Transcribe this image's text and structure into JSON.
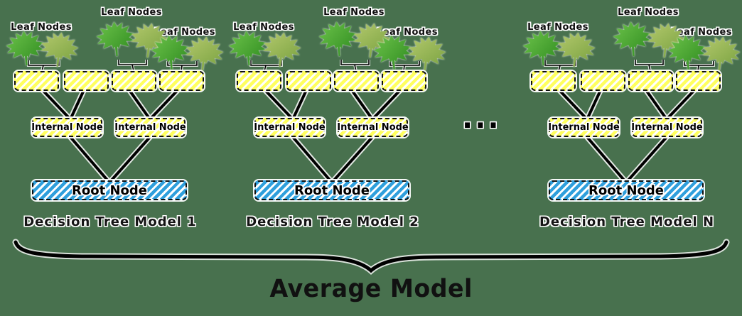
{
  "node_labels": {
    "leaf": "Leaf Nodes",
    "internal": "Internal Node",
    "root": "Root Node"
  },
  "trees": [
    {
      "caption": "Decision Tree Model 1"
    },
    {
      "caption": "Decision Tree Model 2"
    },
    {
      "caption": "Decision Tree Model N"
    }
  ],
  "ellipsis": "...",
  "footer": {
    "caption": "Average Model"
  },
  "colors": {
    "background": "#48714e",
    "box_yellow": "#ffff5e",
    "root_blue": "#2f9fdc",
    "line": "#000000",
    "leaf_bright_light": "#6cc24a",
    "leaf_bright_dark": "#2e8b1f",
    "leaf_olive_light": "#b4c96d",
    "leaf_olive_dark": "#76a03e"
  }
}
